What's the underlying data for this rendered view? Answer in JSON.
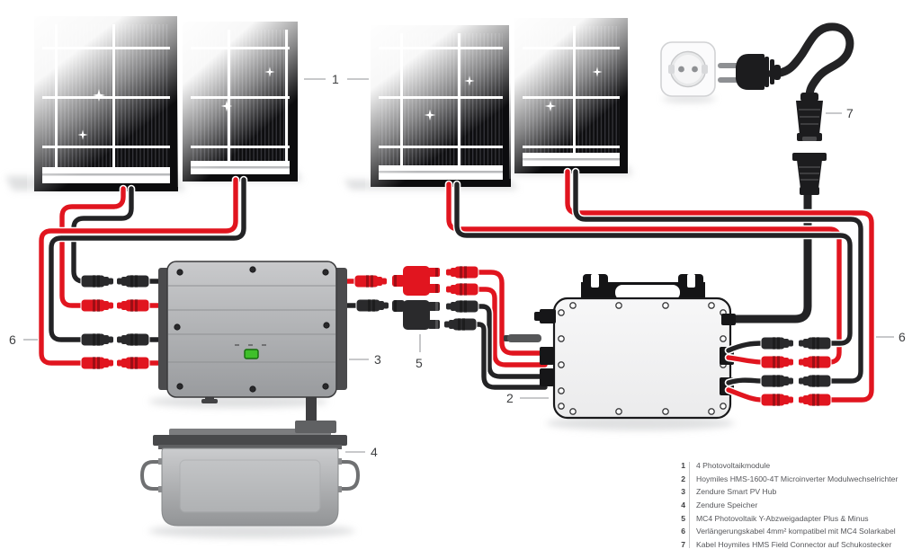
{
  "diagram": {
    "callouts": {
      "c1": "1",
      "c2": "2",
      "c3": "3",
      "c4": "4",
      "c5": "5",
      "c6": "6",
      "c7": "7"
    }
  },
  "legend": {
    "items": [
      {
        "num": "1",
        "label": "4 Photovoltaikmodule"
      },
      {
        "num": "2",
        "label": "Hoymiles HMS-1600-4T Microinverter Modulwechselrichter"
      },
      {
        "num": "3",
        "label": "Zendure Smart PV Hub"
      },
      {
        "num": "4",
        "label": "Zendure Speicher"
      },
      {
        "num": "5",
        "label": "MC4 Photovoltaik Y-Abzweigadapter Plus & Minus"
      },
      {
        "num": "6",
        "label": "Verlängerungskabel 4mm² kompatibel mit MC4 Solarkabel"
      },
      {
        "num": "7",
        "label": "Kabel Hoymiles HMS Field Connector auf Schukostecker"
      }
    ]
  },
  "colors": {
    "cable_red": "#e1151f",
    "cable_black": "#232325",
    "led_green": "#3fbf2a",
    "hub_gray": "#a8aaad",
    "inverter_body": "#f4f4f5",
    "battery_gray": "#b4b6b8",
    "panel_black": "#0c0c0e",
    "legend_text": "#56575b"
  }
}
